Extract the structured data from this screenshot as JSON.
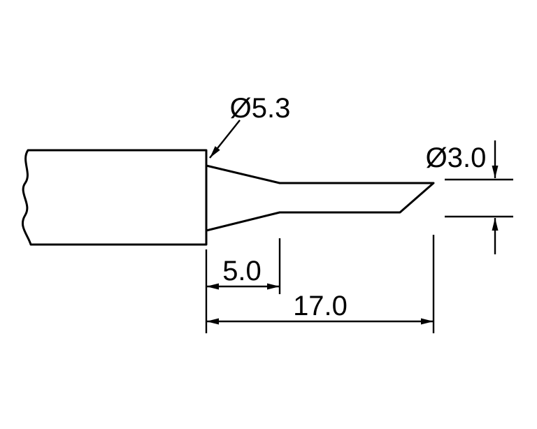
{
  "drawing": {
    "labels": {
      "base_diameter": "Ø5.3",
      "tip_diameter": "Ø3.0",
      "taper_length": "5.0",
      "overall_length": "17.0"
    },
    "colors": {
      "line": "#000000",
      "background": "#ffffff"
    }
  }
}
